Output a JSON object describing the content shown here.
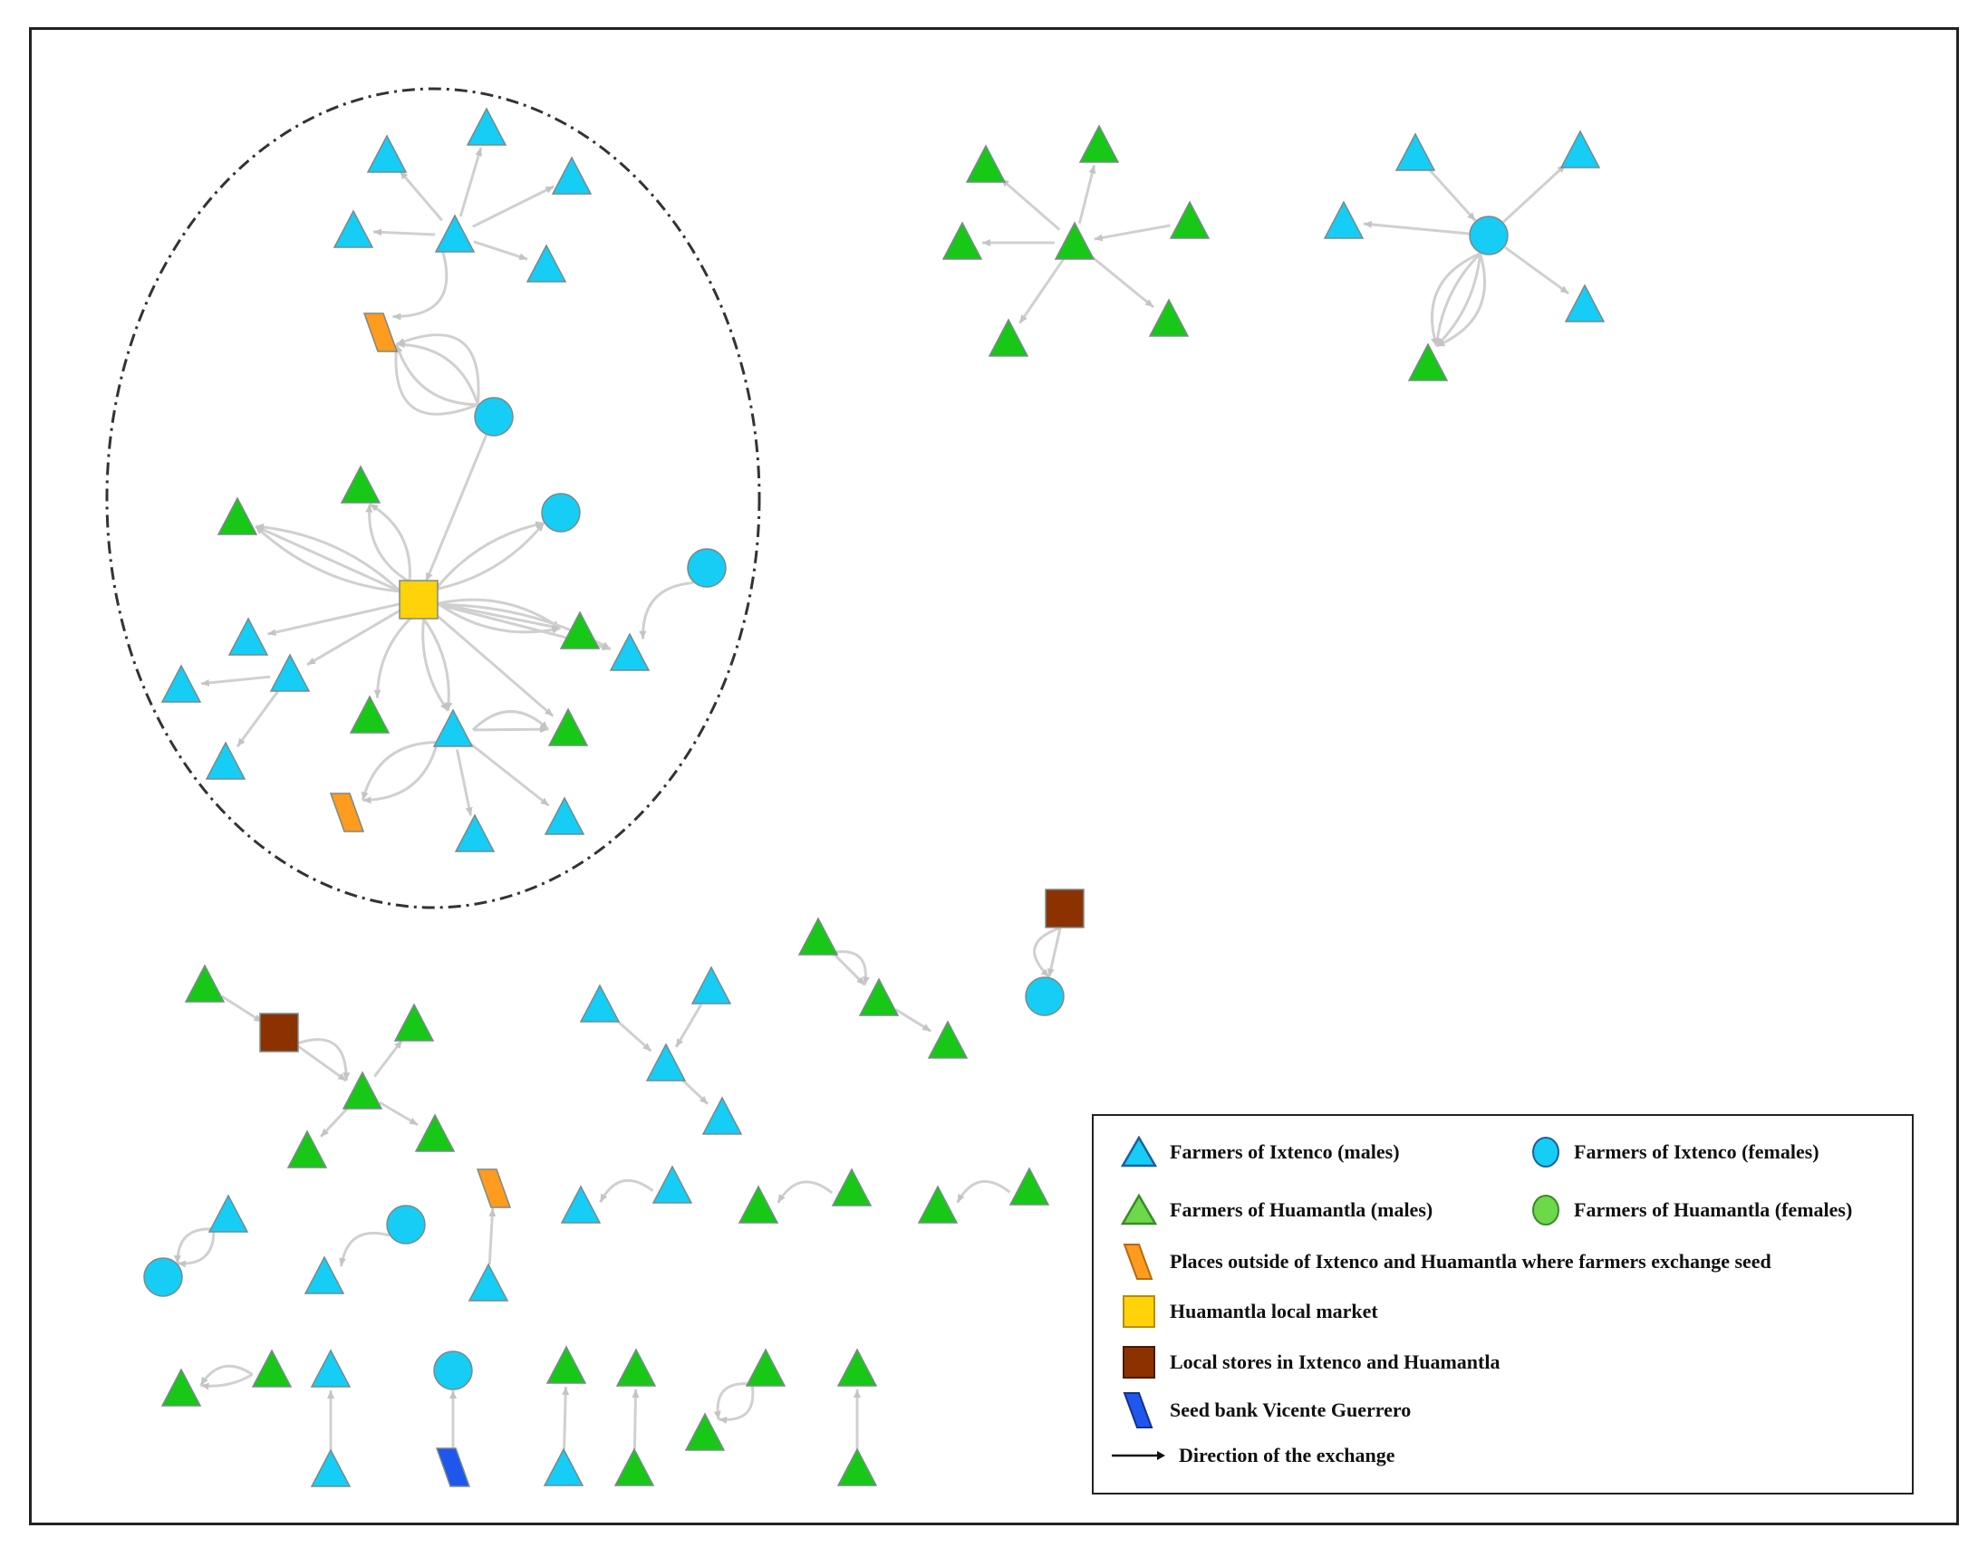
{
  "colors": {
    "ixtenco": "#16cdf5",
    "huamantla": "#17c817",
    "outside_places": "#ff9b1e",
    "local_market": "#ffd20a",
    "local_stores": "#8b3200",
    "seed_bank": "#1f56ee",
    "edge": "#d0d0d0",
    "node_stroke": "#7a8a8a",
    "cluster_outline": "#333333"
  },
  "legend": {
    "items": [
      {
        "label": "Farmers of Ixtenco (males)",
        "icon": "blue-triangle-icon"
      },
      {
        "label": "Farmers of Ixtenco (females)",
        "icon": "blue-circle-icon"
      },
      {
        "label": "Farmers of Huamantla (males)",
        "icon": "green-triangle-icon"
      },
      {
        "label": "Farmers of Huamantla (females)",
        "icon": "green-circle-icon"
      },
      {
        "label": "Places outside of Ixtenco and Huamantla where farmers exchange seed",
        "icon": "orange-parallelogram-icon"
      },
      {
        "label": "Huamantla local market",
        "icon": "yellow-square-icon"
      },
      {
        "label": "Local stores in Ixtenco and Huamantla",
        "icon": "brown-square-icon"
      },
      {
        "label": "Seed bank Vicente Guerrero",
        "icon": "blue-parallelogram-icon"
      },
      {
        "label": "Direction of the exchange",
        "icon": "arrow-icon"
      }
    ]
  }
}
